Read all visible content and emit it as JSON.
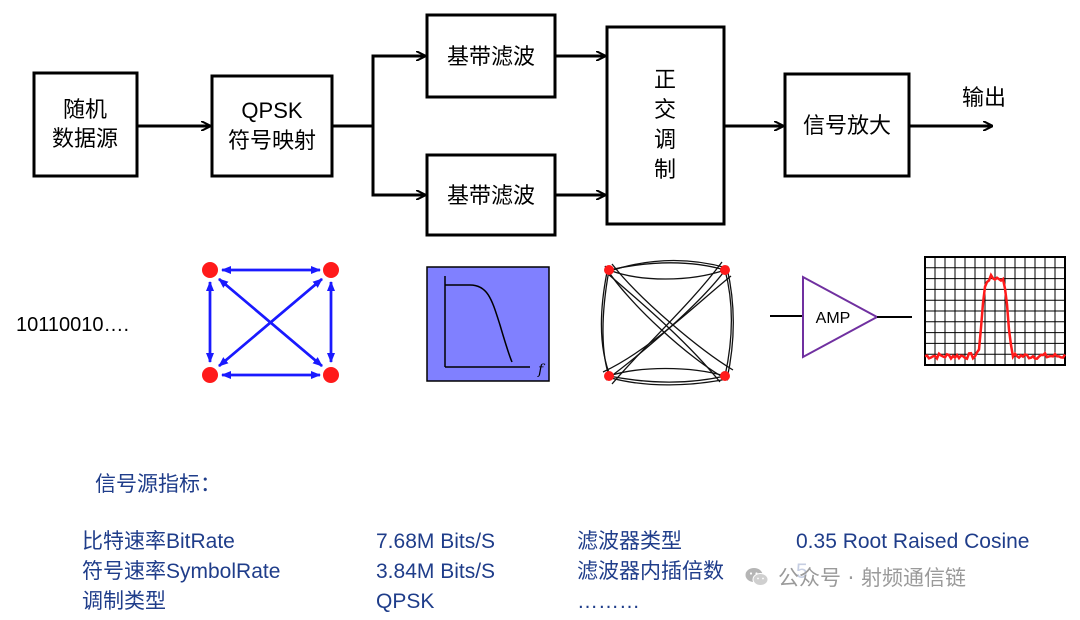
{
  "blocks": {
    "random_source": [
      "随机",
      "数据源"
    ],
    "qpsk_mapping": [
      "QPSK",
      "符号映射"
    ],
    "baseband_filter_top": "基带滤波",
    "baseband_filter_bottom": "基带滤波",
    "quadrature_modulation": [
      "正",
      "交",
      "调",
      "制"
    ],
    "signal_amplifier": "信号放大",
    "output_label": "输出"
  },
  "illustrations": {
    "bit_stream": "10110010….",
    "filter_axis_label": "f",
    "amp_label": "AMP"
  },
  "specs": {
    "title": "信号源指标：",
    "rows": [
      {
        "label_cjk": "比特速率",
        "label_latin": "BitRate",
        "value": "7.68M Bits/S",
        "label2": "滤波器类型",
        "value2": "0.35 Root Raised Cosine"
      },
      {
        "label_cjk": "符号速率",
        "label_latin": "SymbolRate",
        "value": "3.84M Bits/S",
        "label2": "滤波器内插倍数",
        "value2": "5"
      },
      {
        "label_cjk": "调制类型",
        "label_latin": "",
        "value": "QPSK",
        "label2": "………",
        "value2": ""
      }
    ]
  },
  "watermark": {
    "text": "公众号 · 射频通信链",
    "icon": "wechat-icon"
  },
  "colors": {
    "arrow_blue": "#1a1aff",
    "constellation_red": "#ff1a1a",
    "filter_fill": "#8080ff",
    "amp_purple": "#7030a0",
    "spec_text": "#1f3d8a"
  }
}
